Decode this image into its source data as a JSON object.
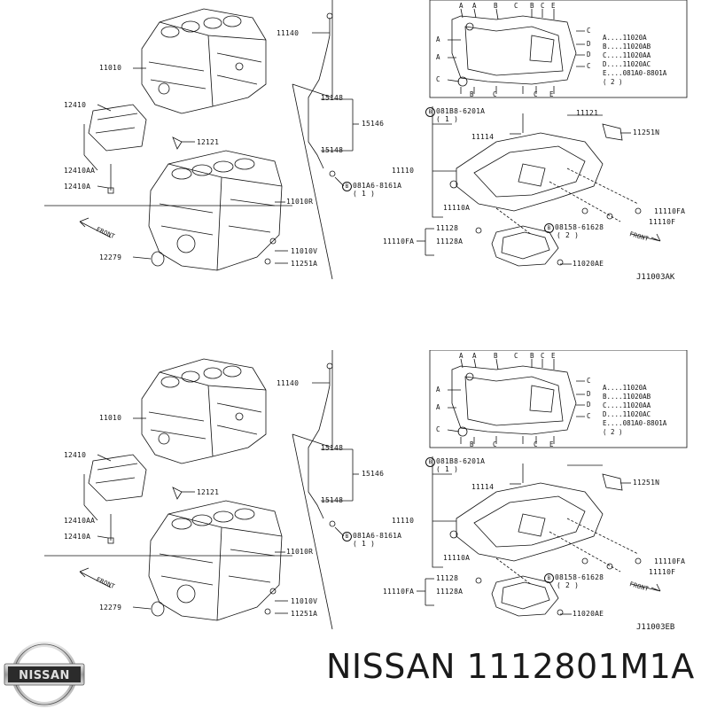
{
  "panels": [
    {
      "labels": {
        "p11140": "11140",
        "p11010": "11010",
        "p12410": "12410",
        "p12410AA": "12410AA",
        "p12410A": "12410A",
        "p12121": "12121",
        "p15148a": "15148",
        "p15146": "15146",
        "p15148b": "15148",
        "p081A6": "081A6-8161A",
        "p081A6q": "( 1 )",
        "p11010R": "11010R",
        "p11010V": "11010V",
        "p11251A": "11251A",
        "p12279": "12279",
        "front_left": "FRONT",
        "p081B8": "081B8-6201A",
        "p081B8q": "( 1 )",
        "p11121": "11121",
        "p11114": "11114",
        "p11251N": "11251N",
        "p11110": "11110",
        "p11110A": "11110A",
        "p11110FA": "11110FA",
        "p11110F": "11110F",
        "p08158": "08158-61628",
        "p08158q": "( 2 )",
        "p11128": "11128",
        "p11128A": "11128A",
        "p11110FA2": "11110FA",
        "p11020AE": "11020AE",
        "front_right": "FRONT",
        "code": "J11003AK"
      },
      "legend": [
        "A....11020A",
        "B....11020AB",
        "C....11020AA",
        "D....11020AC",
        "E....081A0-8801A",
        "       ( 2 )"
      ],
      "letters_top": [
        "A",
        "A",
        "B",
        "C",
        "B",
        "C",
        "E"
      ],
      "letters_bottom": [
        "B",
        "C",
        "C",
        "E"
      ]
    },
    {
      "labels": {
        "p11140": "11140",
        "p11010": "11010",
        "p12410": "12410",
        "p12410AA": "12410AA",
        "p12410A": "12410A",
        "p12121": "12121",
        "p15148a": "15148",
        "p15146": "15146",
        "p15148b": "15148",
        "p081A6": "081A6-8161A",
        "p081A6q": "( 1 )",
        "p11010R": "11010R",
        "p11010V": "11010V",
        "p11251A": "11251A",
        "p12279": "12279",
        "front_left": "FRONT",
        "p081B8": "081B8-6201A",
        "p081B8q": "( 1 )",
        "p11121": "",
        "p11114": "11114",
        "p11251N": "11251N",
        "p11110": "11110",
        "p11110A": "11110A",
        "p11110FA": "11110FA",
        "p11110F": "11110F",
        "p08158": "08158-61628",
        "p08158q": "( 2 )",
        "p11128": "11128",
        "p11128A": "11128A",
        "p11110FA2": "11110FA",
        "p11020AE": "11020AE",
        "front_right": "FRONT",
        "code": "J11003EB"
      },
      "legend": [
        "A....11020A",
        "B....11020AB",
        "C....11020AA",
        "D....11020AC",
        "E....081A0-8801A",
        "       ( 2 )"
      ],
      "letters_top": [
        "A",
        "A",
        "B",
        "C",
        "B",
        "C",
        "E"
      ],
      "letters_bottom": [
        "B",
        "C",
        "C",
        "E"
      ]
    }
  ],
  "brand": {
    "logo_text": "NISSAN",
    "part_title": "NISSAN 1112801M1A"
  },
  "colors": {
    "ink": "#111111",
    "logo_dark": "#2b2b2b",
    "logo_silver": "#c8c8c8"
  }
}
